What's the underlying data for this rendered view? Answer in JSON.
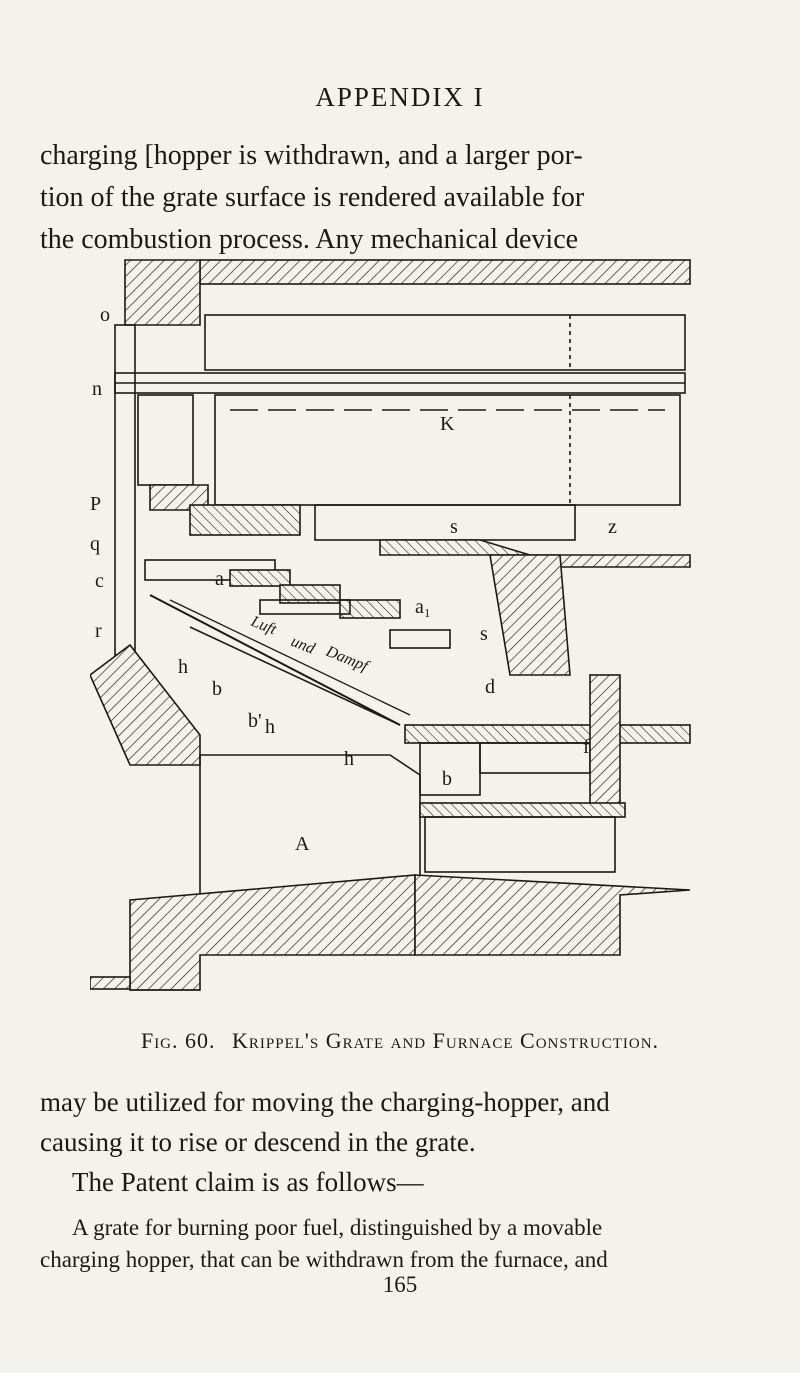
{
  "running_head": "APPENDIX I",
  "paragraph_top": [
    "charging [hopper is withdrawn, and a larger por-",
    "tion of the grate surface is rendered available for",
    "the combustion process. Any mechanical device"
  ],
  "figure": {
    "labels": {
      "K": "K",
      "s": "s",
      "z": "z",
      "a": "a",
      "a1": "a₁",
      "s2": "s",
      "d": "d",
      "f": "f",
      "b": "b",
      "b2": "b",
      "b3": "b'",
      "h": "h",
      "h2": "h",
      "h3": "h",
      "A": "A",
      "n": "n",
      "P": "P",
      "q": "q",
      "c": "c",
      "r": "r",
      "o": "o",
      "luft": "Luft",
      "und": "und",
      "damp": "Dampf"
    }
  },
  "caption": {
    "number": "Fig. 60.",
    "title": "Krippel's Grate and Furnace Construction."
  },
  "paragraph_mid": [
    "may be utilized for moving the charging-hopper, and",
    "causing it to rise or descend in the grate.",
    "The Patent claim is as follows—"
  ],
  "claim": [
    "A grate for burning poor fuel, distinguished by a movable",
    "charging hopper, that can be withdrawn from the furnace, and"
  ],
  "page_number": "165"
}
